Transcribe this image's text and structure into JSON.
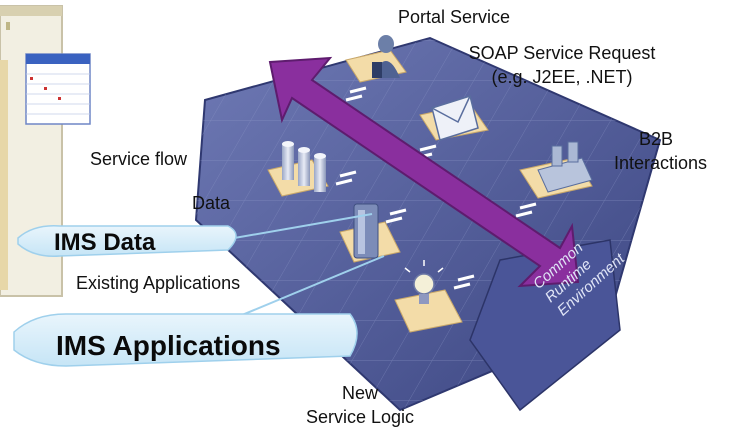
{
  "labels": {
    "portal_service": "Portal Service",
    "soap_request_line1": "SOAP Service Request",
    "soap_request_line2": "(e.g. J2EE, .NET)",
    "b2b_line1": "B2B",
    "b2b_line2": "Interactions",
    "service_flow": "Service flow",
    "data": "Data",
    "existing_applications": "Existing Applications",
    "new_line1": "New",
    "new_line2": "Service Logic"
  },
  "callouts": {
    "ims_data": "IMS Data",
    "ims_applications": "IMS  Applications"
  },
  "runtime_label": {
    "line1": "Common",
    "line2": "Runtime",
    "line3": "Environment"
  },
  "colors": {
    "board_top": "#4d5a9a",
    "board_edge": "#3a4580",
    "tile_fill": "#f3dca8",
    "arrow_fill": "#8a2f9e",
    "callout_fill": "#d6ecf8",
    "callout_edge": "#9fd0ec"
  },
  "icons": [
    "user-icon",
    "envelope-icon",
    "factory-icon",
    "database-icon",
    "server-icon",
    "lightbulb-icon",
    "calendar-window-icon"
  ]
}
